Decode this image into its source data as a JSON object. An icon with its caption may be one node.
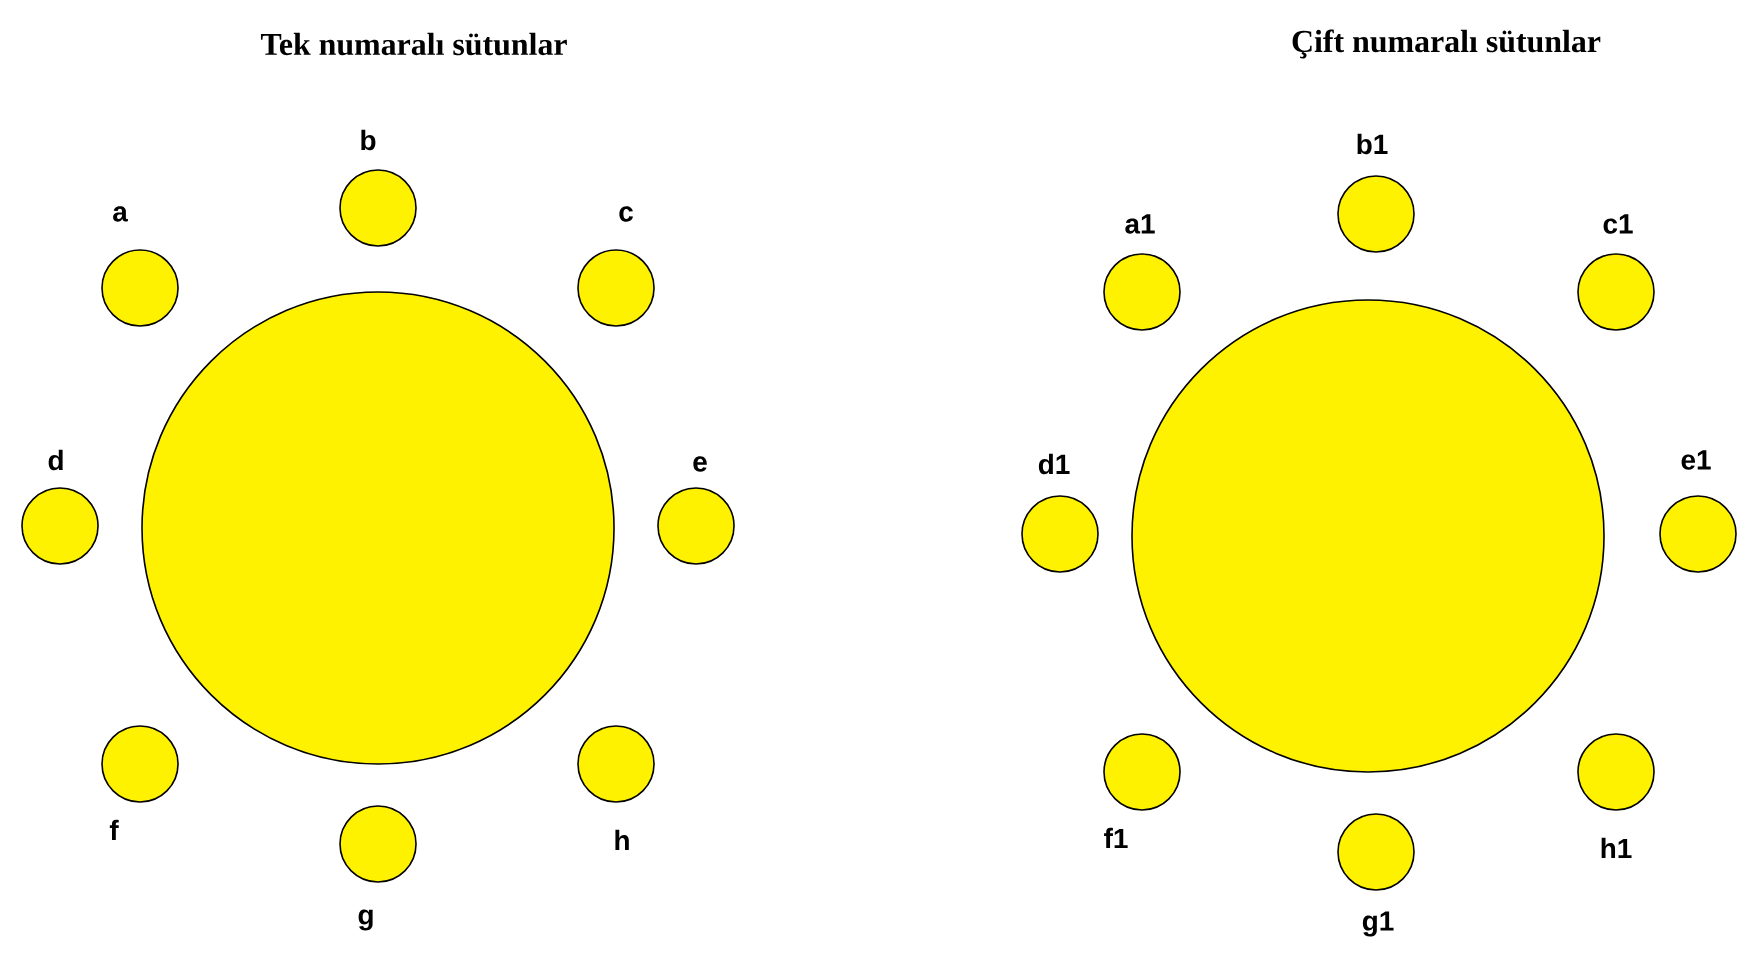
{
  "diagram": {
    "nodes": [
      {
        "text": [],
        "shape": "circle"
      },
      {
        "text": [],
        "shape": "circle",
        "beside": [
          "a"
        ]
      },
      {
        "text": [],
        "shape": "circle",
        "beside": [
          "b"
        ]
      },
      {
        "text": [],
        "shape": "circle",
        "beside": [
          "c"
        ]
      },
      {
        "text": [],
        "shape": "circle",
        "beside": [
          "d"
        ]
      },
      {
        "text": [],
        "shape": "circle",
        "beside": [
          "e"
        ]
      },
      {
        "text": [],
        "shape": "circle",
        "beside": [
          "f"
        ]
      },
      {
        "text": [],
        "shape": "circle",
        "beside": [
          "g"
        ]
      },
      {
        "text": [],
        "shape": "circle",
        "beside": [
          "h"
        ]
      },
      {
        "text": [],
        "shape": "circle"
      },
      {
        "text": [],
        "shape": "circle",
        "beside": [
          "a1"
        ]
      },
      {
        "text": [],
        "shape": "circle",
        "beside": [
          "b1"
        ]
      },
      {
        "text": [],
        "shape": "circle",
        "beside": [
          "c1"
        ]
      },
      {
        "text": [],
        "shape": "circle",
        "beside": [
          "d1"
        ]
      },
      {
        "text": [],
        "shape": "circle",
        "beside": [
          "e1"
        ]
      },
      {
        "text": [],
        "shape": "circle",
        "beside": [
          "f1"
        ]
      },
      {
        "text": [],
        "shape": "circle",
        "beside": [
          "g1"
        ]
      },
      {
        "text": [],
        "shape": "circle",
        "beside": [
          "h1"
        ]
      }
    ],
    "labels": [
      "Tek numaralı sütunlar",
      "Çift numaralı sütunlar"
    ]
  }
}
